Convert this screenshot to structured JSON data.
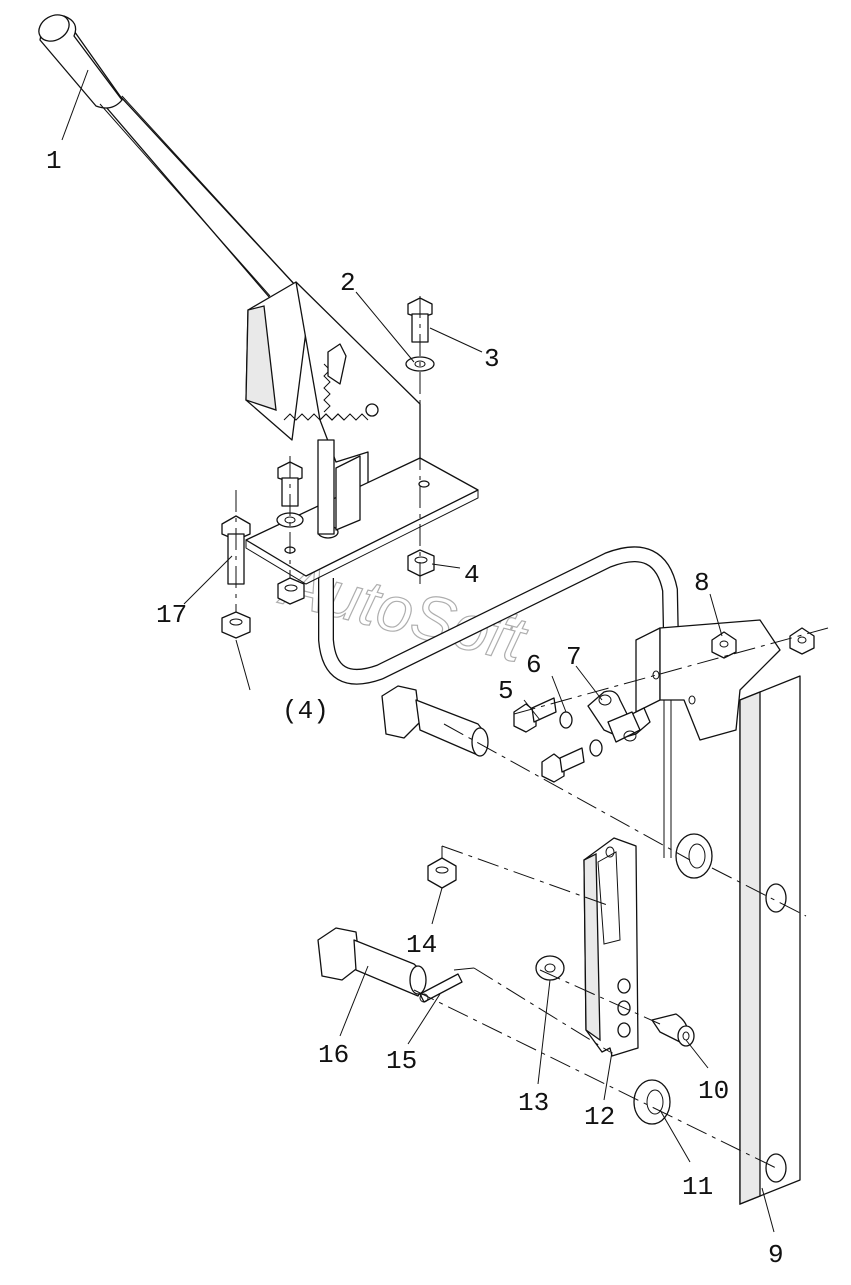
{
  "watermark": "AutoSoft",
  "callouts": {
    "c1": "1",
    "c2": "2",
    "c3": "3",
    "c4": "4",
    "c4b": "(4)",
    "c5": "5",
    "c6": "6",
    "c7": "7",
    "c8": "8",
    "c9": "9",
    "c10": "10",
    "c11": "11",
    "c12": "12",
    "c13": "13",
    "c14": "14",
    "c15": "15",
    "c16": "16",
    "c17": "17"
  }
}
